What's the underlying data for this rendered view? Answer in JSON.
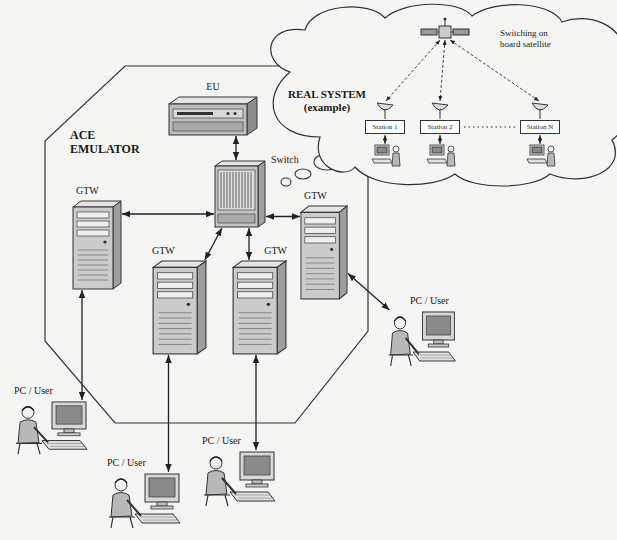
{
  "diagram": {
    "nodes": [
      {
        "text": [
          "REAL SYSTEM (example)",
          "Switching on board satellite"
        ]
      },
      {
        "text": [
          "Station 1"
        ],
        "in": 0
      },
      {
        "text": [
          "Station 2"
        ],
        "in": 0
      },
      {
        "text": [
          "Station N"
        ],
        "in": 0
      },
      {
        "text": [
          "ACE EMULATOR"
        ]
      },
      {
        "text": [
          "EU"
        ],
        "in": 4
      },
      {
        "text": [
          "Switch"
        ],
        "in": 4
      },
      {
        "text": [
          "GTW"
        ],
        "in": 4
      },
      {
        "text": [
          "GTW"
        ],
        "in": 4
      },
      {
        "text": [
          "GTW"
        ],
        "in": 4
      },
      {
        "text": [
          "GTW"
        ],
        "in": 4
      },
      {
        "text": [
          "PC / User"
        ]
      },
      {
        "text": [
          "PC / User"
        ]
      },
      {
        "text": [
          "PC / User"
        ]
      },
      {
        "text": [
          "PC / User"
        ]
      }
    ],
    "edges": [
      {
        "from": 6,
        "to": 5,
        "arrow": "both"
      },
      {
        "from": 6,
        "to": 7,
        "arrow": "both"
      },
      {
        "from": 6,
        "to": 8,
        "arrow": "both"
      },
      {
        "from": 6,
        "to": 9,
        "arrow": "both"
      },
      {
        "from": 6,
        "to": 10,
        "arrow": "both"
      },
      {
        "from": 7,
        "to": 12,
        "arrow": "both"
      },
      {
        "from": 8,
        "to": 13,
        "arrow": "both"
      },
      {
        "from": 9,
        "to": 14,
        "arrow": "both"
      },
      {
        "from": 10,
        "to": 11,
        "arrow": "both"
      }
    ]
  }
}
